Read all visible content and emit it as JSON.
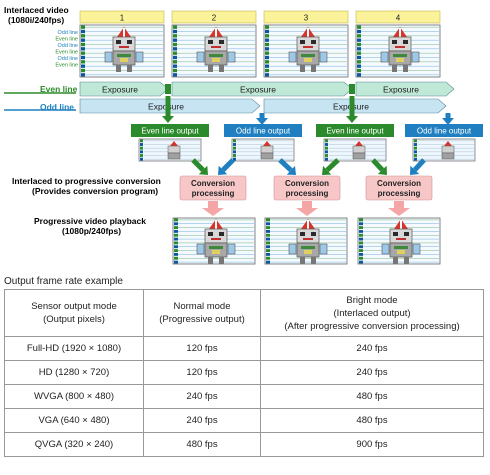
{
  "diagram": {
    "labels": {
      "interlaced": "Interlaced video",
      "interlaced_fmt": "(1080i/240fps)",
      "even_line": "Even line",
      "odd_line": "Odd line",
      "conv_title": "Interlaced to progressive conversion",
      "conv_sub": "(Provides conversion program)",
      "prog_title": "Progressive video playback",
      "prog_fmt": "(1080p/240fps)"
    },
    "frames": [
      "1",
      "2",
      "3",
      "4"
    ],
    "line_labels": [
      "Odd line",
      "Even line",
      "Odd line",
      "Even line",
      "Odd line",
      "Even line"
    ],
    "exposure": "Exposure",
    "even_output": "Even line output",
    "odd_output": "Odd line output",
    "conversion": [
      "Conversion",
      "processing"
    ],
    "colors": {
      "even": "#2b8a2b",
      "odd": "#1f7fc0",
      "yellow": "#fbf39a",
      "pink": "#f7c7c7",
      "pink_arrow": "#f4a6a6"
    }
  },
  "table": {
    "caption": "Output frame rate example",
    "headers": [
      [
        "Sensor output mode",
        "(Output pixels)"
      ],
      [
        "Normal mode",
        "(Progressive output)"
      ],
      [
        "Bright mode",
        "(Interlaced output)",
        "(After progressive conversion processing)"
      ]
    ],
    "rows": [
      [
        "Full-HD (1920 × 1080)",
        "120 fps",
        "240 fps"
      ],
      [
        "HD (1280 × 720)",
        "120 fps",
        "240 fps"
      ],
      [
        "WVGA (800 × 480)",
        "240 fps",
        "480 fps"
      ],
      [
        "VGA (640 × 480)",
        "240 fps",
        "480 fps"
      ],
      [
        "QVGA (320 × 240)",
        "480 fps",
        "900 fps"
      ]
    ]
  }
}
